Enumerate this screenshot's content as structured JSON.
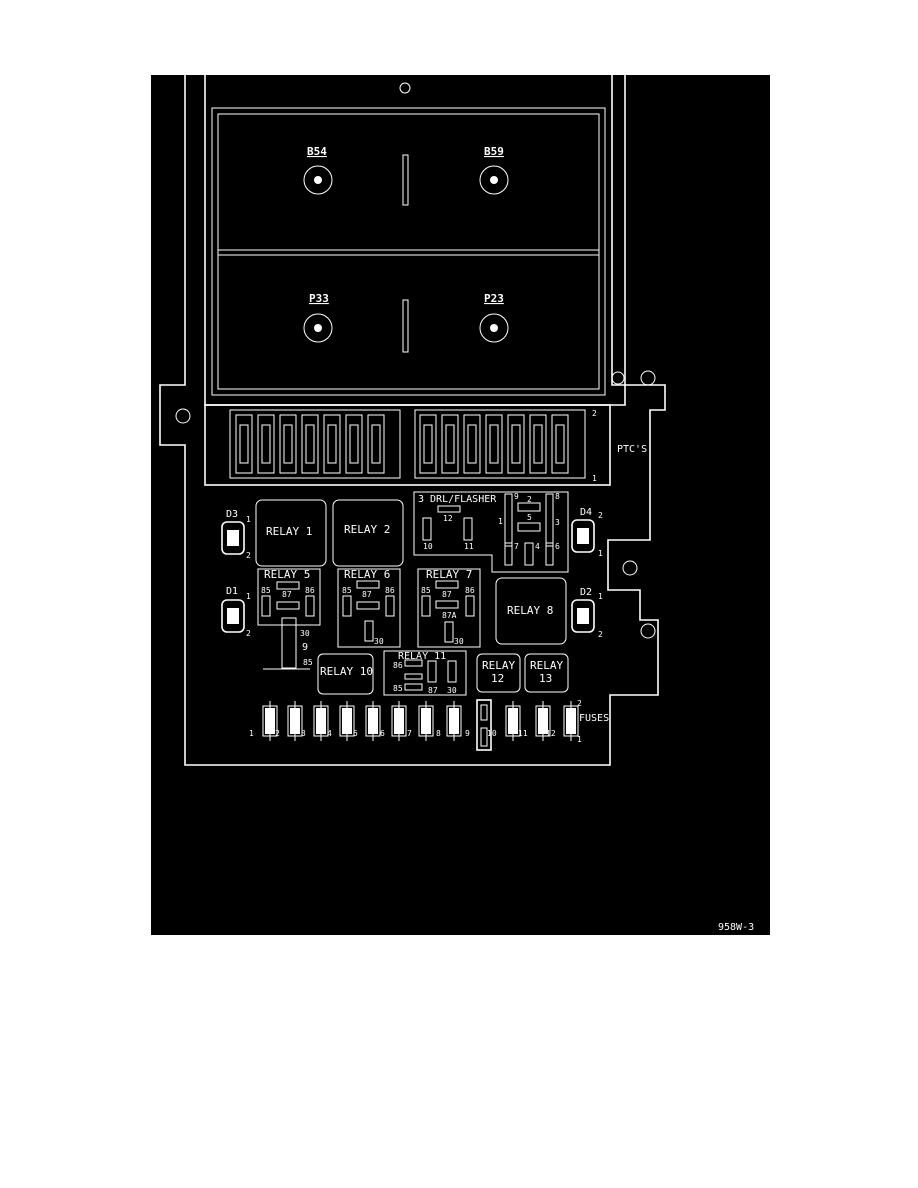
{
  "figure_id": "958W-3",
  "connectors": {
    "b54": "B54",
    "b59": "B59",
    "p33": "P33",
    "p23": "P23"
  },
  "ptc": {
    "label": "PTC'S",
    "pin_top": "2",
    "pin_bottom": "1"
  },
  "diodes": {
    "d1": {
      "label": "D1",
      "pin1": "1",
      "pin2": "2"
    },
    "d2": {
      "label": "D2",
      "pin1": "1",
      "pin2": "2"
    },
    "d3": {
      "label": "D3",
      "pin1": "1",
      "pin2": "2"
    },
    "d4": {
      "label": "D4",
      "pin1": "1",
      "pin2": "2"
    }
  },
  "relays": {
    "r1": "RELAY 1",
    "r2": "RELAY 2",
    "r5": "RELAY 5",
    "r6": "RELAY 6",
    "r7": "RELAY 7",
    "r8": "RELAY 8",
    "r10": "RELAY 10",
    "r11": "RELAY 11",
    "r12_a": "RELAY",
    "r12_b": "12",
    "r13_a": "RELAY",
    "r13_b": "13"
  },
  "terminals": {
    "t85": "85",
    "t86": "86",
    "t87": "87",
    "t87a": "87A",
    "t30": "30",
    "t9": "9"
  },
  "drl": {
    "label": "3 DRL/FLASHER",
    "pins": [
      "12",
      "10",
      "11",
      "9",
      "2",
      "8",
      "1",
      "5",
      "3",
      "7",
      "4",
      "6"
    ]
  },
  "fuses": {
    "label": "FUSES",
    "pin_top": "2",
    "pin_bottom": "1",
    "numbers": [
      "1",
      "2",
      "3",
      "4",
      "5",
      "6",
      "7",
      "8",
      "9",
      "10",
      "11",
      "12"
    ]
  },
  "colors": {
    "background": "#000000",
    "lines": "#ffffff",
    "page": "#ffffff"
  }
}
